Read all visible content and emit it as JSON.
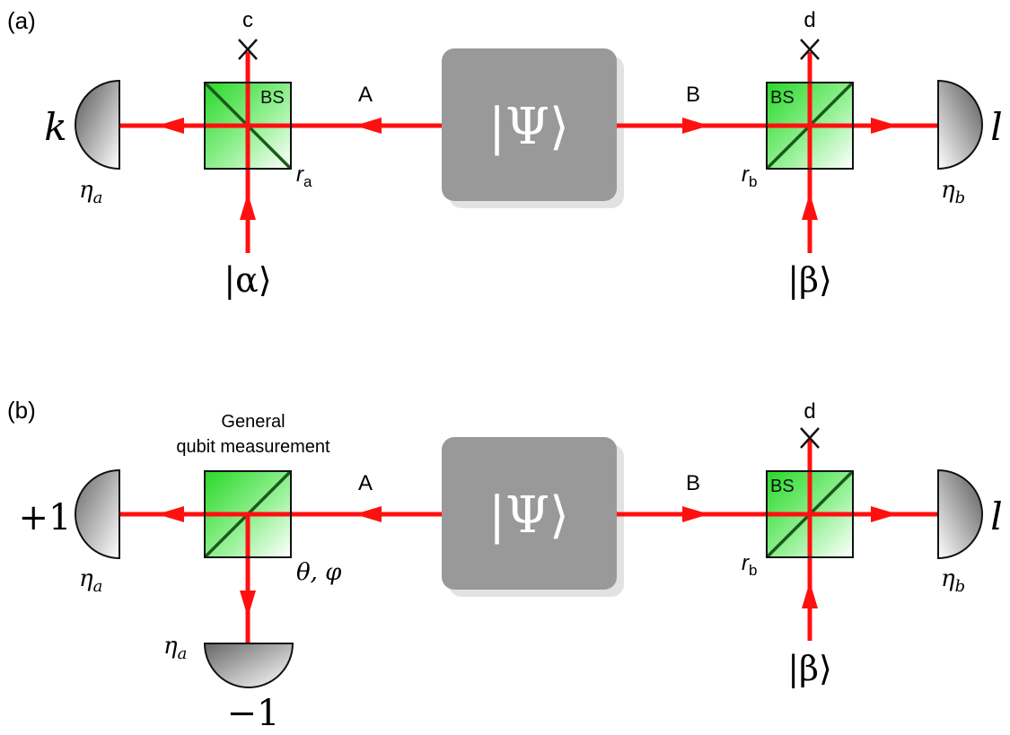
{
  "panel_a": {
    "tag": "(a)",
    "source_state": "|Ψ⟩",
    "mode_left": "A",
    "mode_right": "B",
    "bs_left": "BS",
    "bs_right": "BS",
    "port_left_top": "c",
    "port_right_top": "d",
    "refl_left": "r",
    "refl_left_sub": "a",
    "refl_right": "r",
    "refl_right_sub": "b",
    "det_left": "k",
    "det_right": "l",
    "eff_left": "η",
    "eff_left_sub": "a",
    "eff_right": "η",
    "eff_right_sub": "b",
    "input_left": "|α⟩",
    "input_right": "|β⟩"
  },
  "panel_b": {
    "tag": "(b)",
    "source_state": "|Ψ⟩",
    "mode_left": "A",
    "mode_right": "B",
    "meas_label_1": "General",
    "meas_label_2": "qubit measurement",
    "meas_params": "θ, φ",
    "bs_right": "BS",
    "port_right_top": "d",
    "refl_right": "r",
    "refl_right_sub": "b",
    "det_left": "+1",
    "det_bottom": "−1",
    "det_right": "l",
    "eff_left": "η",
    "eff_left_sub": "a",
    "eff_bottom": "η",
    "eff_bottom_sub": "a",
    "eff_right": "η",
    "eff_right_sub": "b",
    "input_right": "|β⟩"
  },
  "colors": {
    "beam": "#ff1010",
    "splitter_green": "#22dd22",
    "source_box": "#999999",
    "detector_gray": "#777777"
  }
}
